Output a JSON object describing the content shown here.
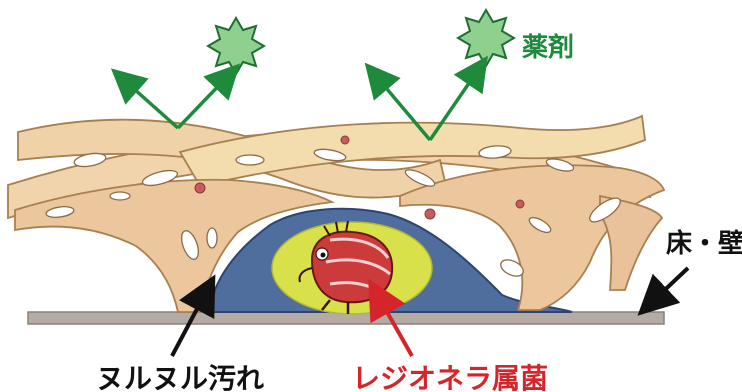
{
  "labels": {
    "drug": "薬剤",
    "floor_wall": "床・壁",
    "slime": "ヌルヌル汚れ",
    "legionella": "レジオネラ属菌"
  },
  "colors": {
    "drug": "#1f8a3c",
    "star_fill": "#8fd08f",
    "slime_arrow": "#111111",
    "legionella": "#d6242b",
    "biofilm_strand": "#ecc79e",
    "biofilm_stroke": "#a88050",
    "colony": "#4f6e9e",
    "colony_inner": "#d8e04a",
    "bacterium": "#cc3b3b",
    "floor": "#b4aca4",
    "cell_red": "#c85c5c"
  },
  "icons": {
    "drug_particle": "star-burst-icon",
    "bacterium": "bacterium-icon"
  }
}
